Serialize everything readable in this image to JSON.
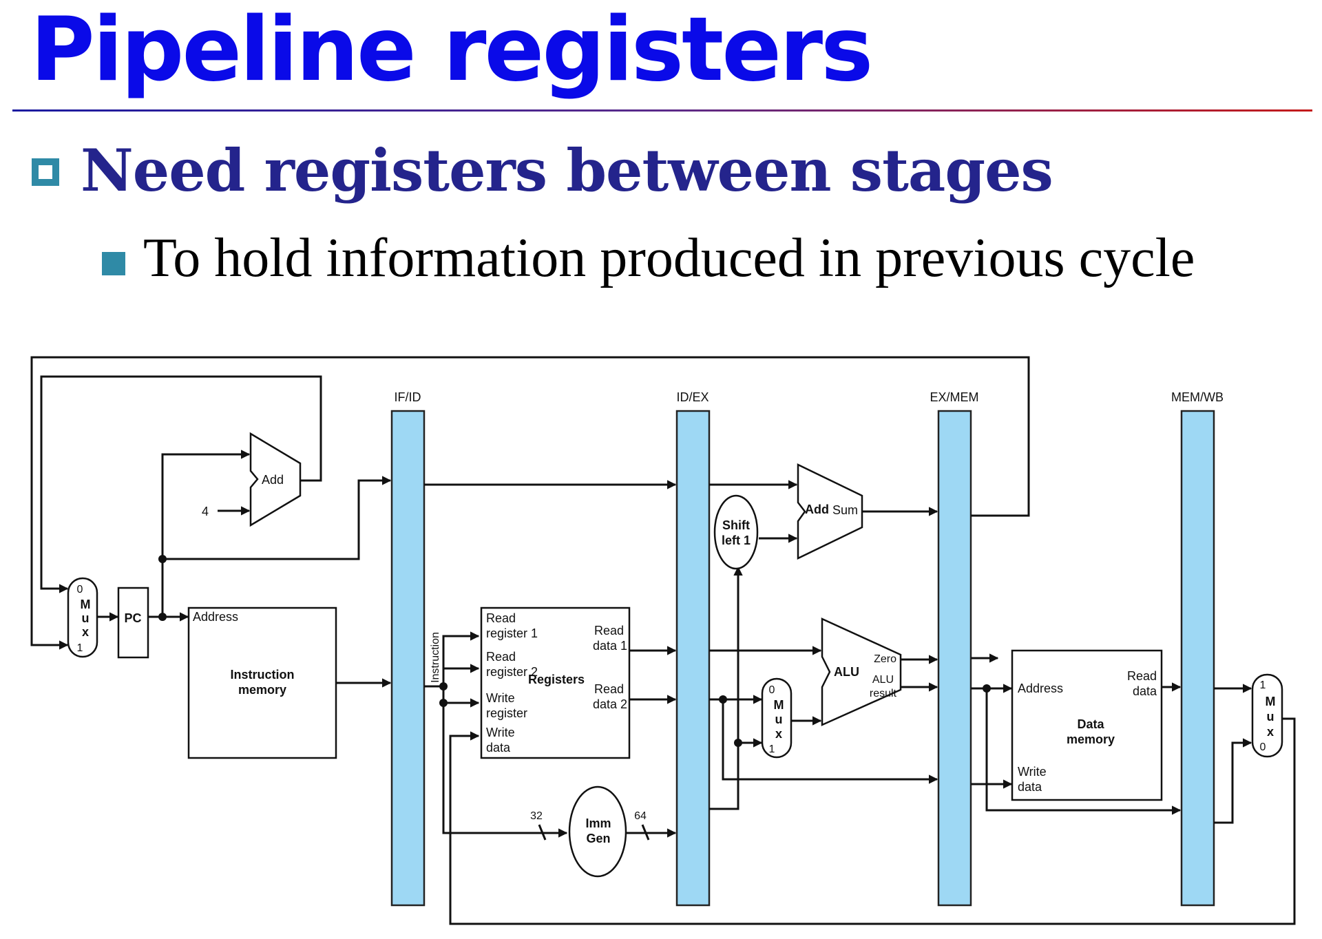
{
  "slide": {
    "title": "Pipeline registers",
    "bullet": "Need registers between stages",
    "sub_bullet": "To hold information produced in previous cycle"
  },
  "colors": {
    "title": "#0a0ae8",
    "bullet_text": "#24248c",
    "bullet_marker": "#2f8aa6",
    "pipeline_register": "#9ed8f4"
  },
  "diagram": {
    "pipeline_registers": [
      "IF/ID",
      "ID/EX",
      "EX/MEM",
      "MEM/WB"
    ],
    "pc_mux": {
      "in0": "0",
      "letters": [
        "M",
        "u",
        "x"
      ],
      "in1": "1"
    },
    "pc": "PC",
    "pc_adder": {
      "label": "Add",
      "constant": "4"
    },
    "instruction_memory": {
      "address": "Address",
      "title_line1": "Instruction",
      "title_line2": "memory"
    },
    "instruction_bus": "Instruction",
    "registers": {
      "title": "Registers",
      "read_register_1": [
        "Read",
        "register 1"
      ],
      "read_register_2": [
        "Read",
        "register 2"
      ],
      "write_register": [
        "Write",
        "register"
      ],
      "write_data": [
        "Write",
        "data"
      ],
      "read_data_1": [
        "Read",
        "data 1"
      ],
      "read_data_2": [
        "Read",
        "data 2"
      ]
    },
    "imm_gen": {
      "line1": "Imm",
      "line2": "Gen",
      "in_width": "32",
      "out_width": "64"
    },
    "shift_left": {
      "line1": "Shift",
      "line2": "left 1"
    },
    "branch_adder": {
      "label": "Add",
      "output": "Sum"
    },
    "alu_mux": {
      "in0": "0",
      "letters": [
        "M",
        "u",
        "x"
      ],
      "in1": "1"
    },
    "alu": {
      "label": "ALU",
      "zero": "Zero",
      "result_line1": "ALU",
      "result_line2": "result"
    },
    "data_memory": {
      "address": "Address",
      "write_data": [
        "Write",
        "data"
      ],
      "read_data": [
        "Read",
        "data"
      ],
      "title_line1": "Data",
      "title_line2": "memory"
    },
    "wb_mux": {
      "in1": "1",
      "letters": [
        "M",
        "u",
        "x"
      ],
      "in0": "0"
    }
  }
}
